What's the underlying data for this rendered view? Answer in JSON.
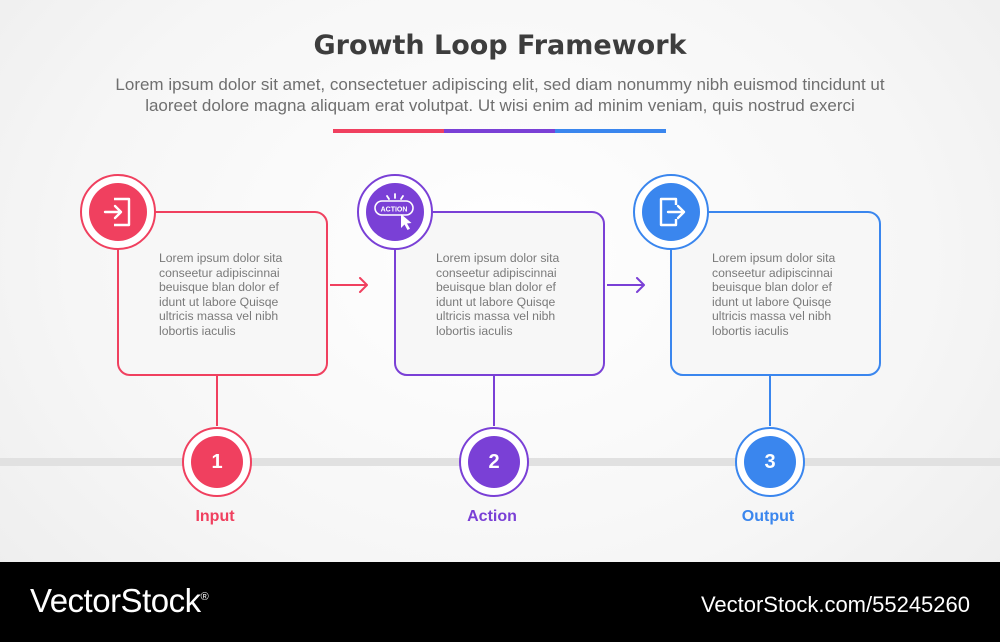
{
  "header": {
    "title": "Growth Loop Framework",
    "subtitle_line1": "Lorem ipsum dolor sit amet, consectetuer adipiscing elit, sed diam nonummy nibh euismod tincidunt ut",
    "subtitle_line2": "laoreet dolore magna aliquam erat volutpat. Ut wisi enim ad minim veniam, quis nostrud exerci"
  },
  "colors": {
    "input": "#f0405f",
    "action": "#7a40d6",
    "output": "#3a86ee"
  },
  "steps": [
    {
      "number": "1",
      "label": "Input",
      "icon": "sign-in-icon",
      "text": [
        "Lorem ipsum dolor sita",
        "conseetur adipiscinnai",
        "beuisque blan dolor ef",
        "idunt ut labore Quisqe",
        "ultricis massa vel nibh",
        "lobortis iaculis"
      ]
    },
    {
      "number": "2",
      "label": "Action",
      "icon": "action-click-icon",
      "icon_text": "ACTION",
      "text": [
        "Lorem ipsum dolor sita",
        "conseetur adipiscinnai",
        "beuisque blan dolor ef",
        "idunt ut labore Quisqe",
        "ultricis massa vel nibh",
        "lobortis iaculis"
      ]
    },
    {
      "number": "3",
      "label": "Output",
      "icon": "sign-out-icon",
      "text": [
        "Lorem ipsum dolor sita",
        "conseetur adipiscinnai",
        "beuisque blan dolor ef",
        "idunt ut labore Quisqe",
        "ultricis massa vel nibh",
        "lobortis iaculis"
      ]
    }
  ],
  "footer": {
    "brand": "VectorStock",
    "registered": "®",
    "stock_id": "VectorStock.com/55245260"
  }
}
